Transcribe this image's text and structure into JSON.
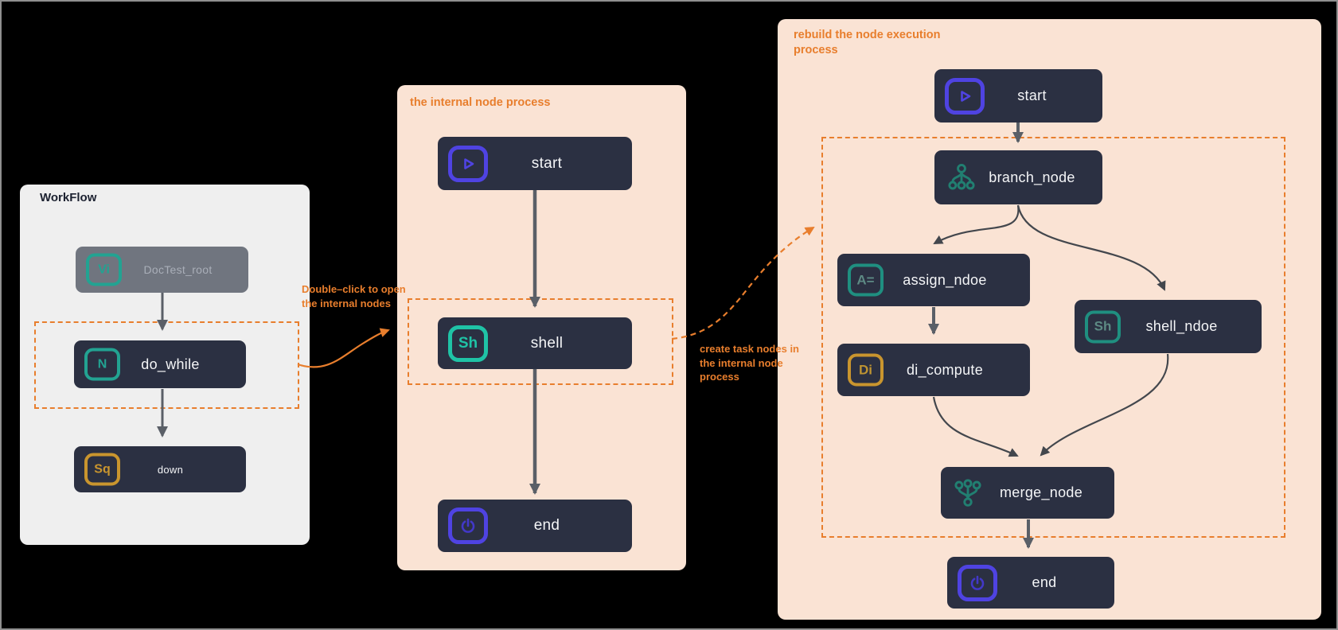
{
  "panels": [
    {
      "title": "WorkFlow",
      "nodes": [
        {
          "label": "DocTest_root",
          "badge": "Vi",
          "icon": "vi-badge"
        },
        {
          "label": "do_while",
          "badge": "N",
          "icon": "n-badge"
        },
        {
          "label": "down",
          "badge": "Sq",
          "icon": "sq-badge"
        }
      ]
    },
    {
      "title": "the internal node process",
      "nodes": [
        {
          "label": "start",
          "icon": "play-icon"
        },
        {
          "label": "shell",
          "badge": "Sh",
          "icon": "sh-badge"
        },
        {
          "label": "end",
          "icon": "power-icon"
        }
      ]
    },
    {
      "title": "rebuild the node execution process",
      "nodes": [
        {
          "label": "start",
          "icon": "play-icon"
        },
        {
          "label": "branch_node",
          "icon": "branch-icon"
        },
        {
          "label": "assign_ndoe",
          "badge": "A=",
          "icon": "assign-badge"
        },
        {
          "label": "di_compute",
          "badge": "Di",
          "icon": "di-badge"
        },
        {
          "label": "shell_ndoe",
          "badge": "Sh",
          "icon": "sh-badge-muted"
        },
        {
          "label": "merge_node",
          "icon": "merge-icon"
        },
        {
          "label": "end",
          "icon": "power-icon"
        }
      ]
    }
  ],
  "annotations": [
    {
      "lines": [
        "Double–click to open",
        "the internal nodes"
      ]
    },
    {
      "lines": [
        "create task nodes in",
        "the internal node",
        "process"
      ]
    }
  ],
  "colors": {
    "accent_orange": "#E87E2D",
    "teal": "#22A392",
    "teal_bright": "#1FC3A6",
    "purple": "#4F43E2",
    "gold": "#C9952E",
    "node_bg": "#2B3042",
    "panel_peach": "#FAE3D4",
    "panel_gray": "#EFEFEF",
    "arrow_gray": "#5A5F67"
  }
}
